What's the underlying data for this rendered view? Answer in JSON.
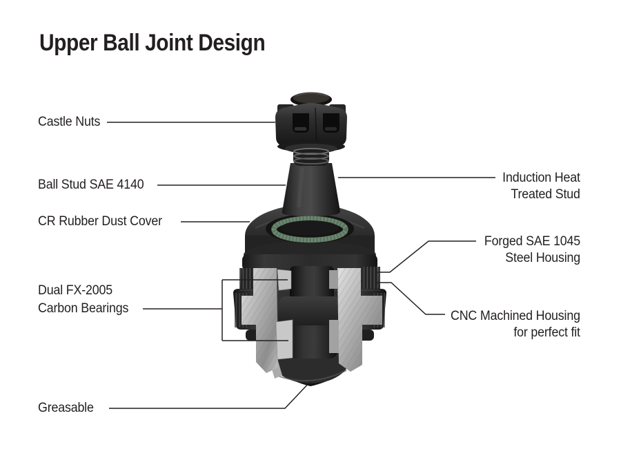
{
  "title": "Upper Ball Joint Design",
  "colors": {
    "text": "#231f20",
    "callout_line": "#231f20",
    "background": "#ffffff",
    "metal_dark": "#262626",
    "metal_silver": "#b6b6b6",
    "oring_green": "#6d8872"
  },
  "diagram": {
    "subject": "Upper ball joint cutaway photo with part callouts",
    "labels_left": [
      {
        "line1": "Castle Nuts"
      },
      {
        "line1": "Ball Stud SAE 4140"
      },
      {
        "line1": "CR Rubber Dust Cover"
      },
      {
        "line1": "Dual FX-2005",
        "line2": "Carbon Bearings"
      },
      {
        "line1": "Greasable"
      }
    ],
    "labels_right": [
      {
        "line1": "Induction Heat",
        "line2": "Treated Stud"
      },
      {
        "line1": "Forged SAE 1045",
        "line2": "Steel Housing"
      },
      {
        "line1": "CNC Machined Housing",
        "line2": "for perfect fit"
      }
    ]
  }
}
